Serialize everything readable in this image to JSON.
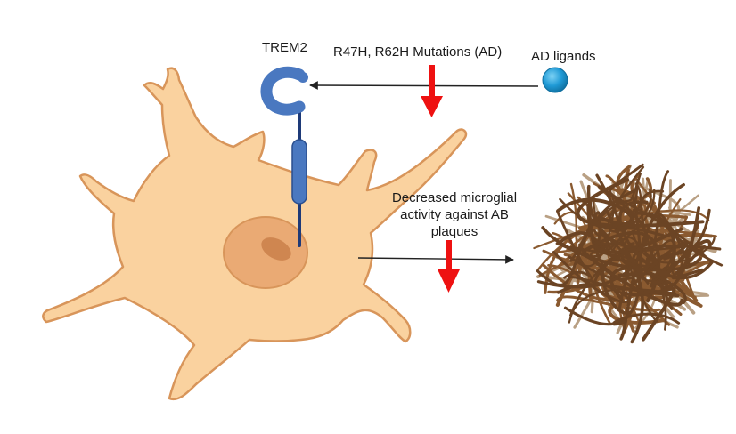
{
  "labels": {
    "receptor": "TREM2",
    "mutations": "R47H, R62H Mutations (AD)",
    "ligands": "AD ligands",
    "outcome_line1": "Decreased microglial",
    "outcome_line2": "activity against AB",
    "outcome_line3": "plaques"
  },
  "colors": {
    "cell_fill": "#FAD29F",
    "cell_stroke": "#D8955A",
    "nucleus_fill": "#EAAA74",
    "nucleolus_fill": "#CF8650",
    "receptor_fill": "#4A78C0",
    "receptor_stroke": "#2A4E8E",
    "receptor_stalk": "#1E3A78",
    "ligand_fill": "#1F9AD6",
    "arrow_black": "#222222",
    "arrow_red": "#EE1111",
    "plaque_dark": "#6B4424",
    "plaque_mid": "#8A5A30",
    "plaque_light": "#B9A084"
  },
  "icons": {
    "cell": "microglia-cell-icon",
    "receptor": "trem2-receptor-icon",
    "ligand": "ligand-sphere-icon",
    "plaque": "amyloid-plaque-icon"
  }
}
